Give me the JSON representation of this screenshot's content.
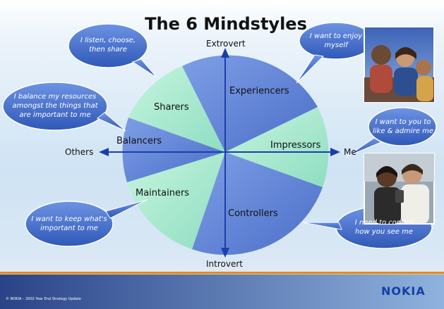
{
  "slide": {
    "title": "The 6 Mindstyles",
    "axes": {
      "top": "Extrovert",
      "bottom": "Introvert",
      "left": "Others",
      "right": "Me"
    },
    "segments": [
      {
        "label": "Experiencers"
      },
      {
        "label": "Impressors"
      },
      {
        "label": "Controllers"
      },
      {
        "label": "Maintainers"
      },
      {
        "label": "Balancers"
      },
      {
        "label": "Sharers"
      }
    ],
    "bubbles": [
      {
        "lines": [
          "I listen, choose,",
          "then share"
        ]
      },
      {
        "lines": [
          "I want to enjoy",
          "myself"
        ]
      },
      {
        "lines": [
          "I balance my resources",
          "amongst the things that",
          "are important to me"
        ]
      },
      {
        "lines": [
          "I want to you to",
          "like & admire me"
        ]
      },
      {
        "lines": [
          "I want to keep what's",
          "important to me"
        ]
      },
      {
        "lines": [
          "I need to control",
          "how you see me"
        ]
      }
    ],
    "photos": [
      {
        "alt": "group-photo"
      },
      {
        "alt": "couple-photo"
      }
    ],
    "footer": {
      "text": "© NOKIA – 2002 Year End Strategy Update"
    },
    "logo": {
      "text": "NOKIA"
    }
  },
  "colors": {
    "blue": "#5b7dd4",
    "green": "#9be4c6",
    "axis": "#1a3faa",
    "bubble": "#3f69c8",
    "footer": "#2d4a8e",
    "logo": "#1440a6"
  }
}
